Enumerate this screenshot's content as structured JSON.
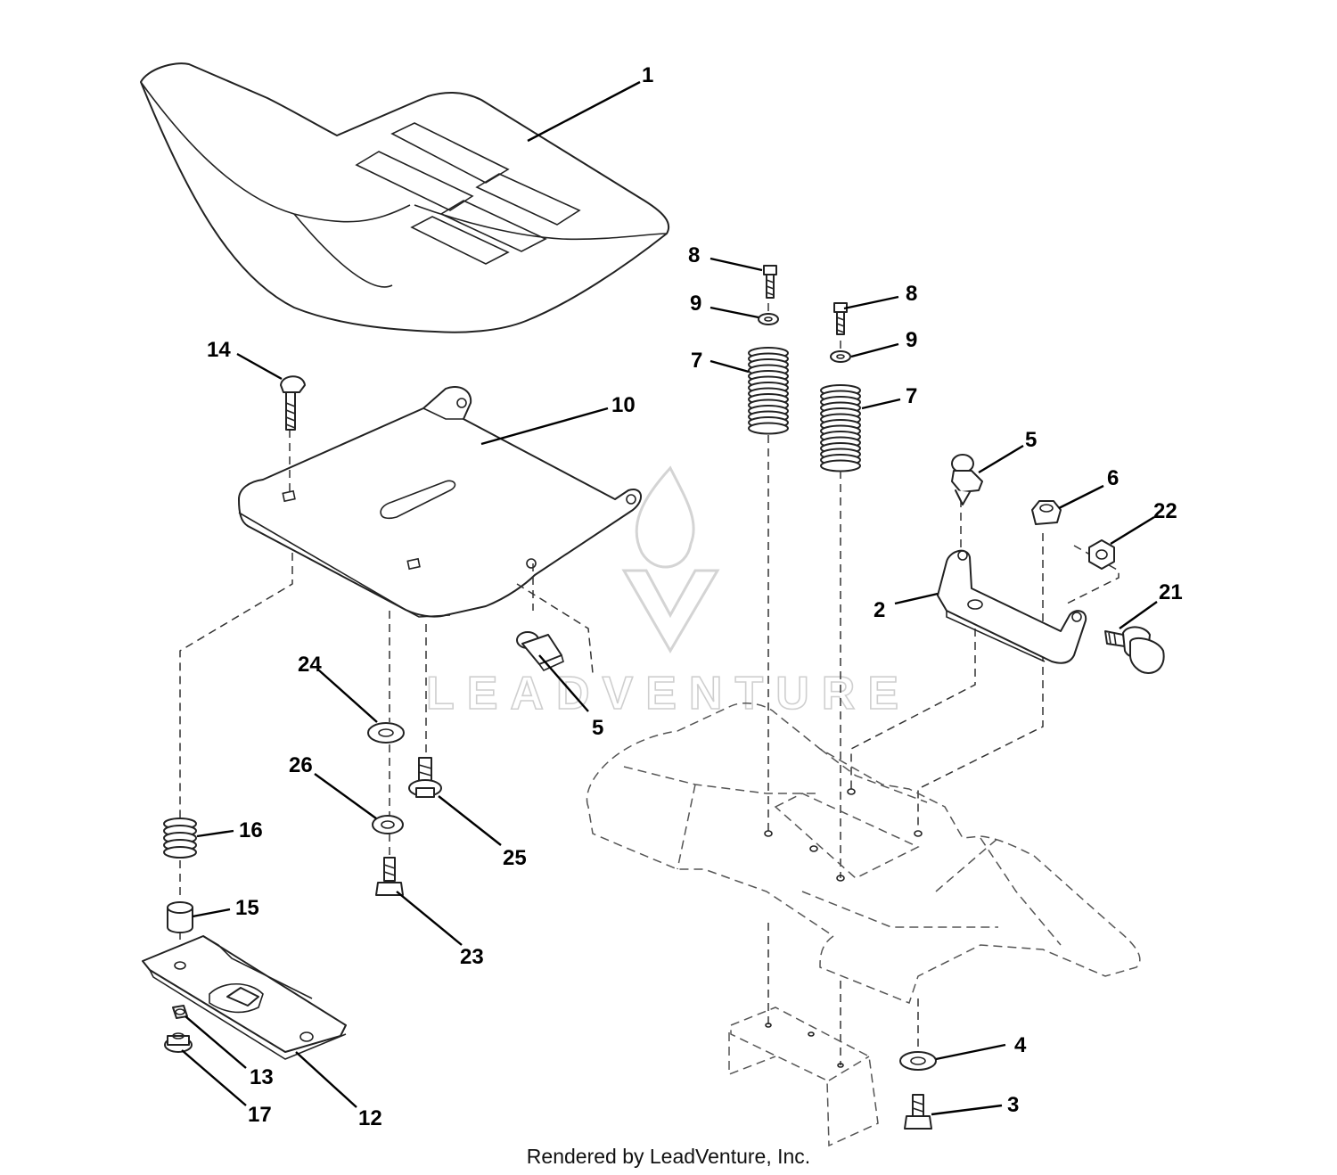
{
  "diagram": {
    "callouts": [
      "1",
      "2",
      "3",
      "4",
      "5",
      "5",
      "6",
      "7",
      "7",
      "8",
      "8",
      "9",
      "9",
      "10",
      "12",
      "13",
      "14",
      "15",
      "16",
      "17",
      "21",
      "22",
      "23",
      "24",
      "25",
      "26"
    ]
  },
  "watermark": {
    "text": "LEADVENTURE"
  },
  "footer": {
    "text": "Rendered by LeadVenture, Inc."
  }
}
